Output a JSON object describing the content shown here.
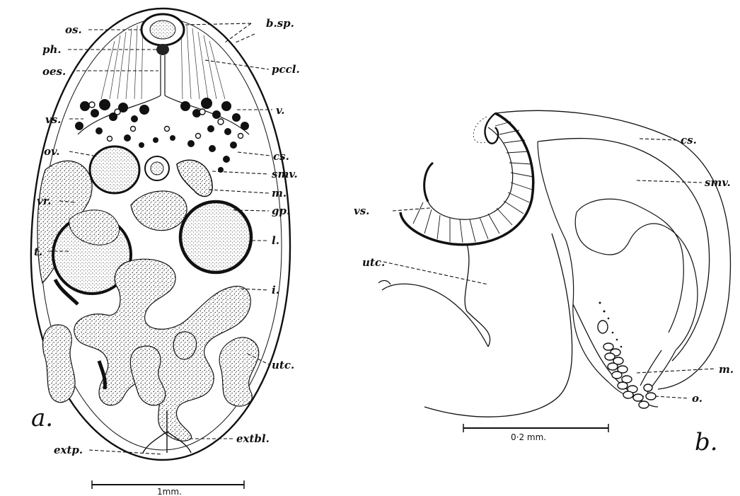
{
  "figure_a": {
    "panel_label": "a.",
    "scale_label": "1mm.",
    "labels": {
      "os": "os.",
      "ph": "ph.",
      "oes": "oes.",
      "vs": "vs.",
      "ov": "ov.",
      "vr": "vr.",
      "t": "t.",
      "extp": "extp.",
      "bsp": "b.sp.",
      "pccl": "pccl.",
      "v": "v.",
      "cs": "cs.",
      "smv": "smv.",
      "m": "m.",
      "gp": "gp.",
      "l": "l.",
      "i": "i.",
      "utc": "utc.",
      "extbl": "extbl."
    }
  },
  "figure_b": {
    "panel_label": "b.",
    "scale_label": "0·2 mm.",
    "labels": {
      "vs": "vs.",
      "utc": "utc.",
      "cs": "cs.",
      "smv": "smv.",
      "m": "m.",
      "o": "o."
    }
  }
}
